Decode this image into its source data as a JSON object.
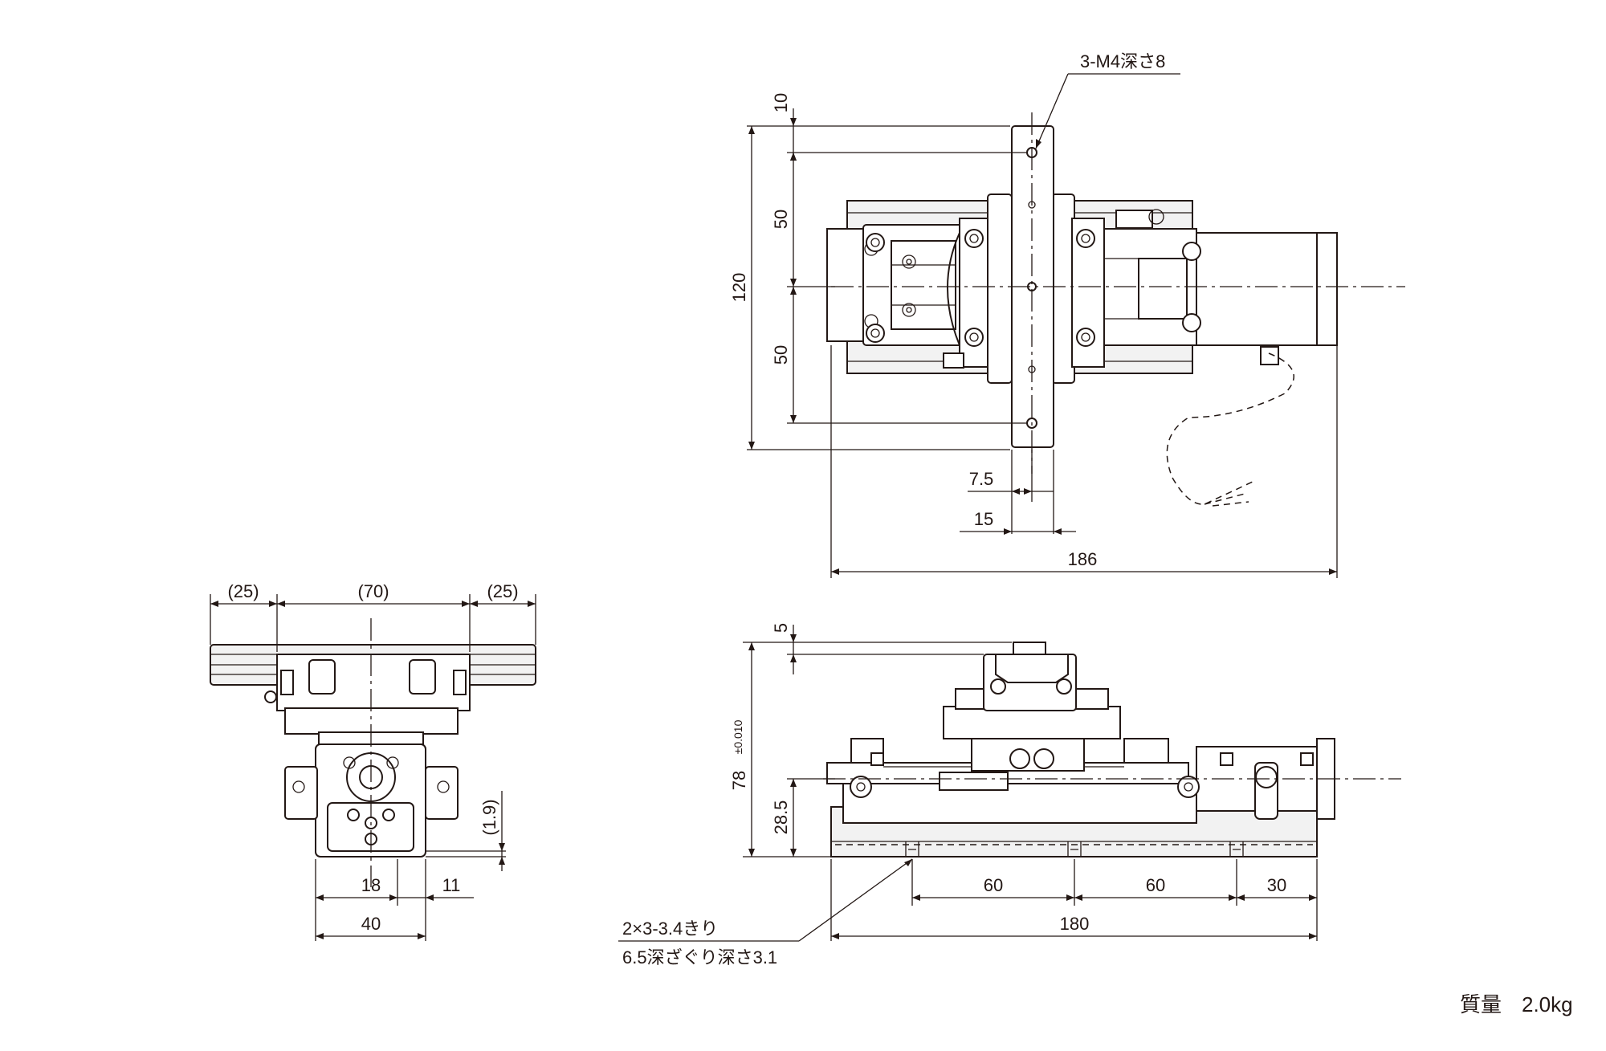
{
  "top_view": {
    "callout": "3-M4深さ8",
    "dims": {
      "d10": "10",
      "d50_upper": "50",
      "d120": "120",
      "d50_lower": "50",
      "d7_5": "7.5",
      "d15": "15",
      "d186": "186"
    }
  },
  "side_view": {
    "dims": {
      "d5": "5",
      "d78": "78",
      "d78_tol": "±0.010",
      "d28_5": "28.5",
      "d60_a": "60",
      "d60_b": "60",
      "d30": "30",
      "d180": "180"
    },
    "note_line1": "2×3-3.4きり",
    "note_line2": "6.5深ざぐり深さ3.1"
  },
  "end_view": {
    "dims": {
      "d25_left": "(25)",
      "d70": "(70)",
      "d25_right": "(25)",
      "d1_9": "(1.9)",
      "d18": "18",
      "d11": "11",
      "d40": "40"
    }
  },
  "mass": {
    "label": "質量",
    "value": "2.0kg"
  }
}
